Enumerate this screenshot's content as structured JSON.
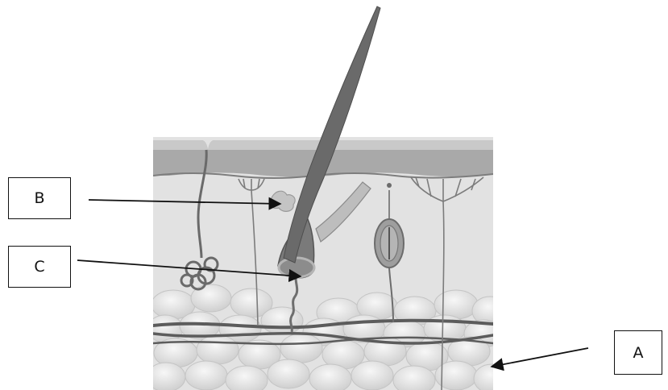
{
  "labels": {
    "a": "A",
    "b": "B",
    "c": "C"
  },
  "colors": {
    "epidermis": "#a9a9a9",
    "dermis": "#e2e2e2",
    "fat": "#e9e9e9",
    "hair": "#6a6a6a",
    "vessel": "#5c5c5c"
  }
}
